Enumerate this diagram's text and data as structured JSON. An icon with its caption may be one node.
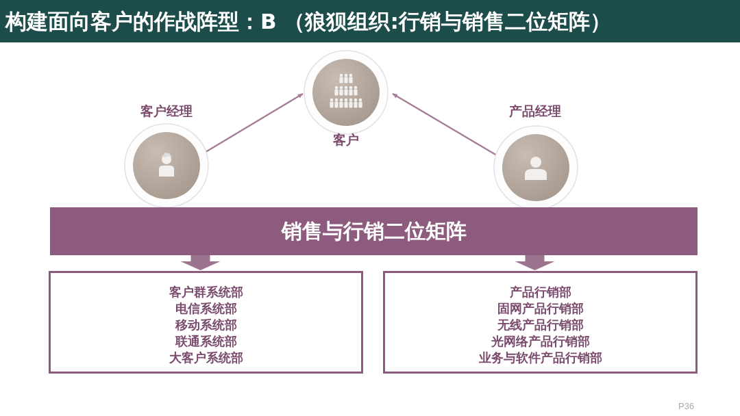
{
  "diagram": {
    "title": "构建面向客户的作战阵型：B （狼狈组织:行销与销售二位矩阵）",
    "nodes": [
      {
        "text": [
          "客户"
        ]
      },
      {
        "text": [
          "客户经理"
        ]
      },
      {
        "text": [
          "产品经理"
        ]
      },
      {
        "text": [
          "销售与行销二位矩阵"
        ]
      },
      {
        "text": [
          "客户群系统部",
          "电信系统部",
          "移动系统部",
          "联通系统部",
          "大客户系统部"
        ]
      },
      {
        "text": [
          "产品行销部",
          "固网产品行销部",
          "无线产品行销部",
          "光网络产品行销部",
          "业务与软件产品行销部"
        ]
      }
    ],
    "edges": [
      {
        "from": 1,
        "to": 0,
        "arrow": "to"
      },
      {
        "from": 2,
        "to": 0,
        "arrow": "to"
      },
      {
        "from": 3,
        "to": 4,
        "arrow": "to",
        "style": "thick"
      },
      {
        "from": 3,
        "to": 5,
        "arrow": "to",
        "style": "thick"
      }
    ],
    "labels": [
      "P36"
    ]
  }
}
